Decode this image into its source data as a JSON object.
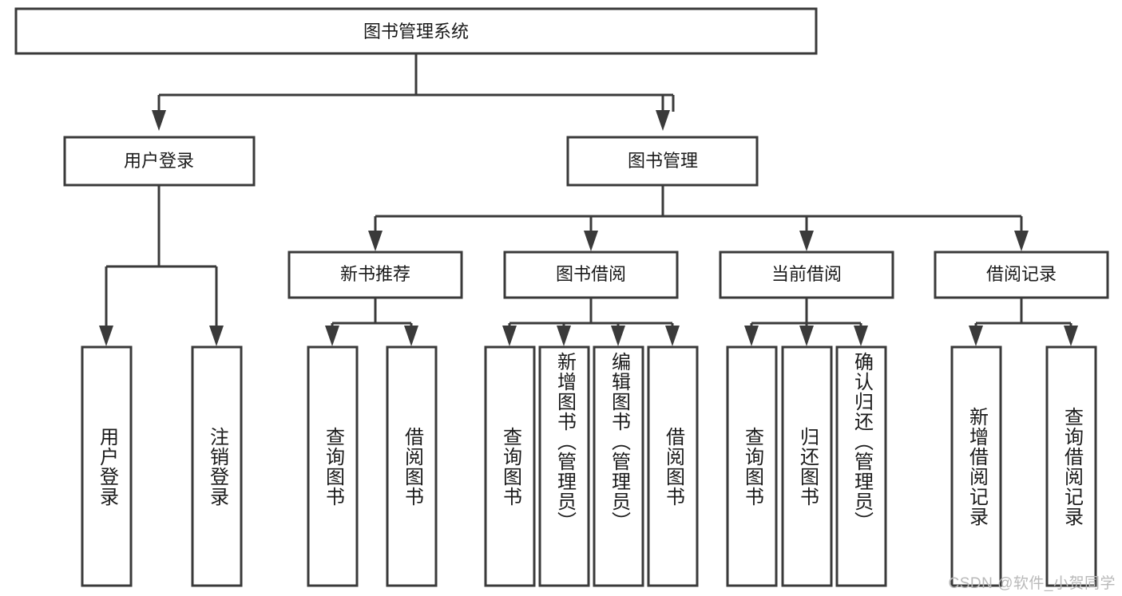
{
  "diagram": {
    "type": "tree",
    "title": "图书管理系统",
    "watermark": "CSDN @软件_小贺同学",
    "colors": {
      "box_stroke": "#3a3a3a",
      "box_fill": "#ffffff",
      "connector": "#3a3a3a",
      "text": "#1a1a1a",
      "watermark": "#b9b9b9",
      "background": "#ffffff"
    },
    "root": {
      "label": "图书管理系统"
    },
    "level2": [
      {
        "label": "用户登录"
      },
      {
        "label": "图书管理"
      }
    ],
    "level3": [
      {
        "label": "新书推荐"
      },
      {
        "label": "图书借阅"
      },
      {
        "label": "当前借阅"
      },
      {
        "label": "借阅记录"
      }
    ],
    "leaves": {
      "user_login": [
        {
          "label": "用户登录"
        },
        {
          "label": "注销登录"
        }
      ],
      "new_book_recommend": [
        {
          "label": "查询图书"
        },
        {
          "label": "借阅图书"
        }
      ],
      "book_borrow": [
        {
          "label": "查询图书"
        },
        {
          "label": "新增图书（管理员）"
        },
        {
          "label": "编辑图书（管理员）"
        },
        {
          "label": "借阅图书"
        }
      ],
      "current_borrow": [
        {
          "label": "查询图书"
        },
        {
          "label": "归还图书"
        },
        {
          "label": "确认归还（管理员）"
        }
      ],
      "borrow_records": [
        {
          "label": "新增借阅记录"
        },
        {
          "label": "查询借阅记录"
        }
      ]
    }
  }
}
